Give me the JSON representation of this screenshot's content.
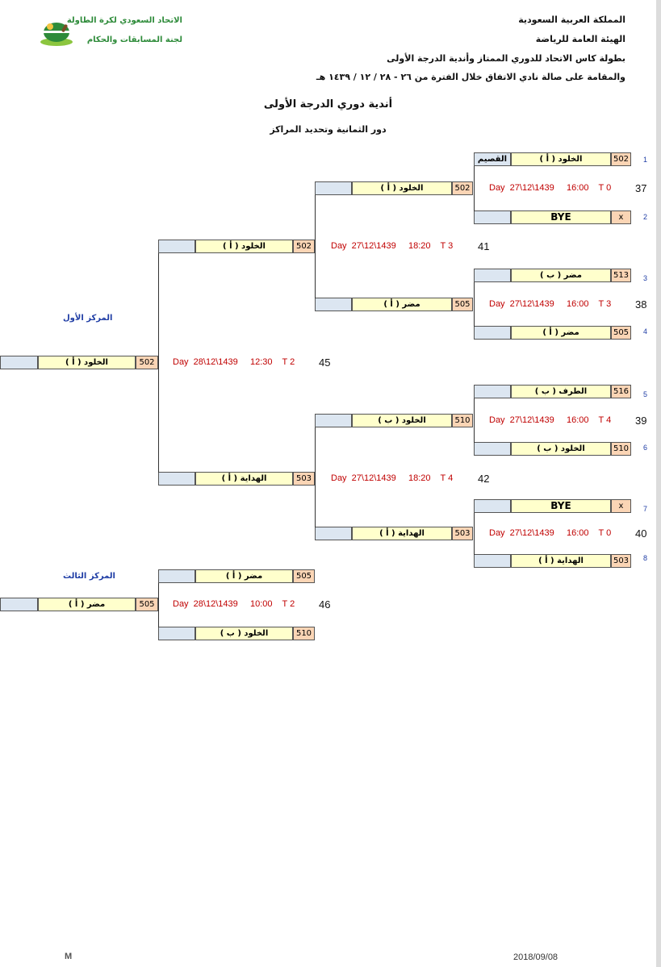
{
  "header": {
    "kingdom": "المملكة العربية السعودية",
    "authority": "الهيئة العامة للرياضة",
    "championship": "بطولة كاس الاتحاد للدوري الممتاز وأندية الدرجة الأولى",
    "venue": "والمقامة على صالة نادي الاتفاق خلال الفترة من  ٢٦ - ٢٨ / ١٢ / ١٤٣٩ هـ",
    "federation": "الاتحاد السعودي لكرة الطاولة",
    "committee": "لجنة المسابقات والحكام"
  },
  "titles": {
    "main": "أندية دوري الدرجة الأولى",
    "sub": "دور الثمانية وتحديد المراكز"
  },
  "places": {
    "first": "المركز الأول",
    "third": "المركز الثالث"
  },
  "entries": [
    {
      "pos": "1",
      "name": "الخلود ( أ )",
      "num": "502",
      "club": "القصيم"
    },
    {
      "pos": "2",
      "name": "BYE",
      "num": "x",
      "club": ""
    },
    {
      "pos": "3",
      "name": "مضر ( ب )",
      "num": "513",
      "club": ""
    },
    {
      "pos": "4",
      "name": "مضر ( أ )",
      "num": "505",
      "club": ""
    },
    {
      "pos": "5",
      "name": "الطرف ( ب )",
      "num": "516",
      "club": ""
    },
    {
      "pos": "6",
      "name": "الخلود ( ب )",
      "num": "510",
      "club": ""
    },
    {
      "pos": "7",
      "name": "BYE",
      "num": "x",
      "club": ""
    },
    {
      "pos": "8",
      "name": "الهداية ( أ )",
      "num": "503",
      "club": ""
    }
  ],
  "quarterfinals": [
    {
      "match": "37",
      "winner": "الخلود ( أ )",
      "num": "502",
      "info": "Day  27\\12\\1439     16:00    T 0"
    },
    {
      "match": "38",
      "winner": "مضر ( أ )",
      "num": "505",
      "info": "Day  27\\12\\1439     16:00    T 3"
    },
    {
      "match": "39",
      "winner": "الخلود ( ب )",
      "num": "510",
      "info": "Day  27\\12\\1439     16:00    T 4"
    },
    {
      "match": "40",
      "winner": "الهداية ( أ )",
      "num": "503",
      "info": "Day  27\\12\\1439     16:00    T 0"
    }
  ],
  "semifinals": [
    {
      "match": "41",
      "winner": "الخلود ( أ )",
      "num": "502",
      "info": "Day  27\\12\\1439     18:20    T 3"
    },
    {
      "match": "42",
      "winner": "الهداية ( أ )",
      "num": "503",
      "info": "Day  27\\12\\1439     18:20    T 4"
    }
  ],
  "final": {
    "match": "45",
    "winner": "الخلود ( أ )",
    "num": "502",
    "info": "Day  28\\12\\1439     12:30    T 2"
  },
  "third_place": {
    "match": "46",
    "info": "Day  28\\12\\1439     10:00    T 2",
    "top": {
      "name": "مضر ( أ )",
      "num": "505"
    },
    "bottom": {
      "name": "الخلود ( ب )",
      "num": "510"
    },
    "winner": {
      "name": "مضر ( أ )",
      "num": "505"
    }
  },
  "footer": {
    "mark": "M",
    "date": "2018/09/08"
  },
  "colors": {
    "name_cell": "#ffffcc",
    "number_cell": "#fbd5b5",
    "club_cell": "#dce6f1",
    "schedule_text": "#c00000",
    "place_text": "#1f3da5"
  }
}
